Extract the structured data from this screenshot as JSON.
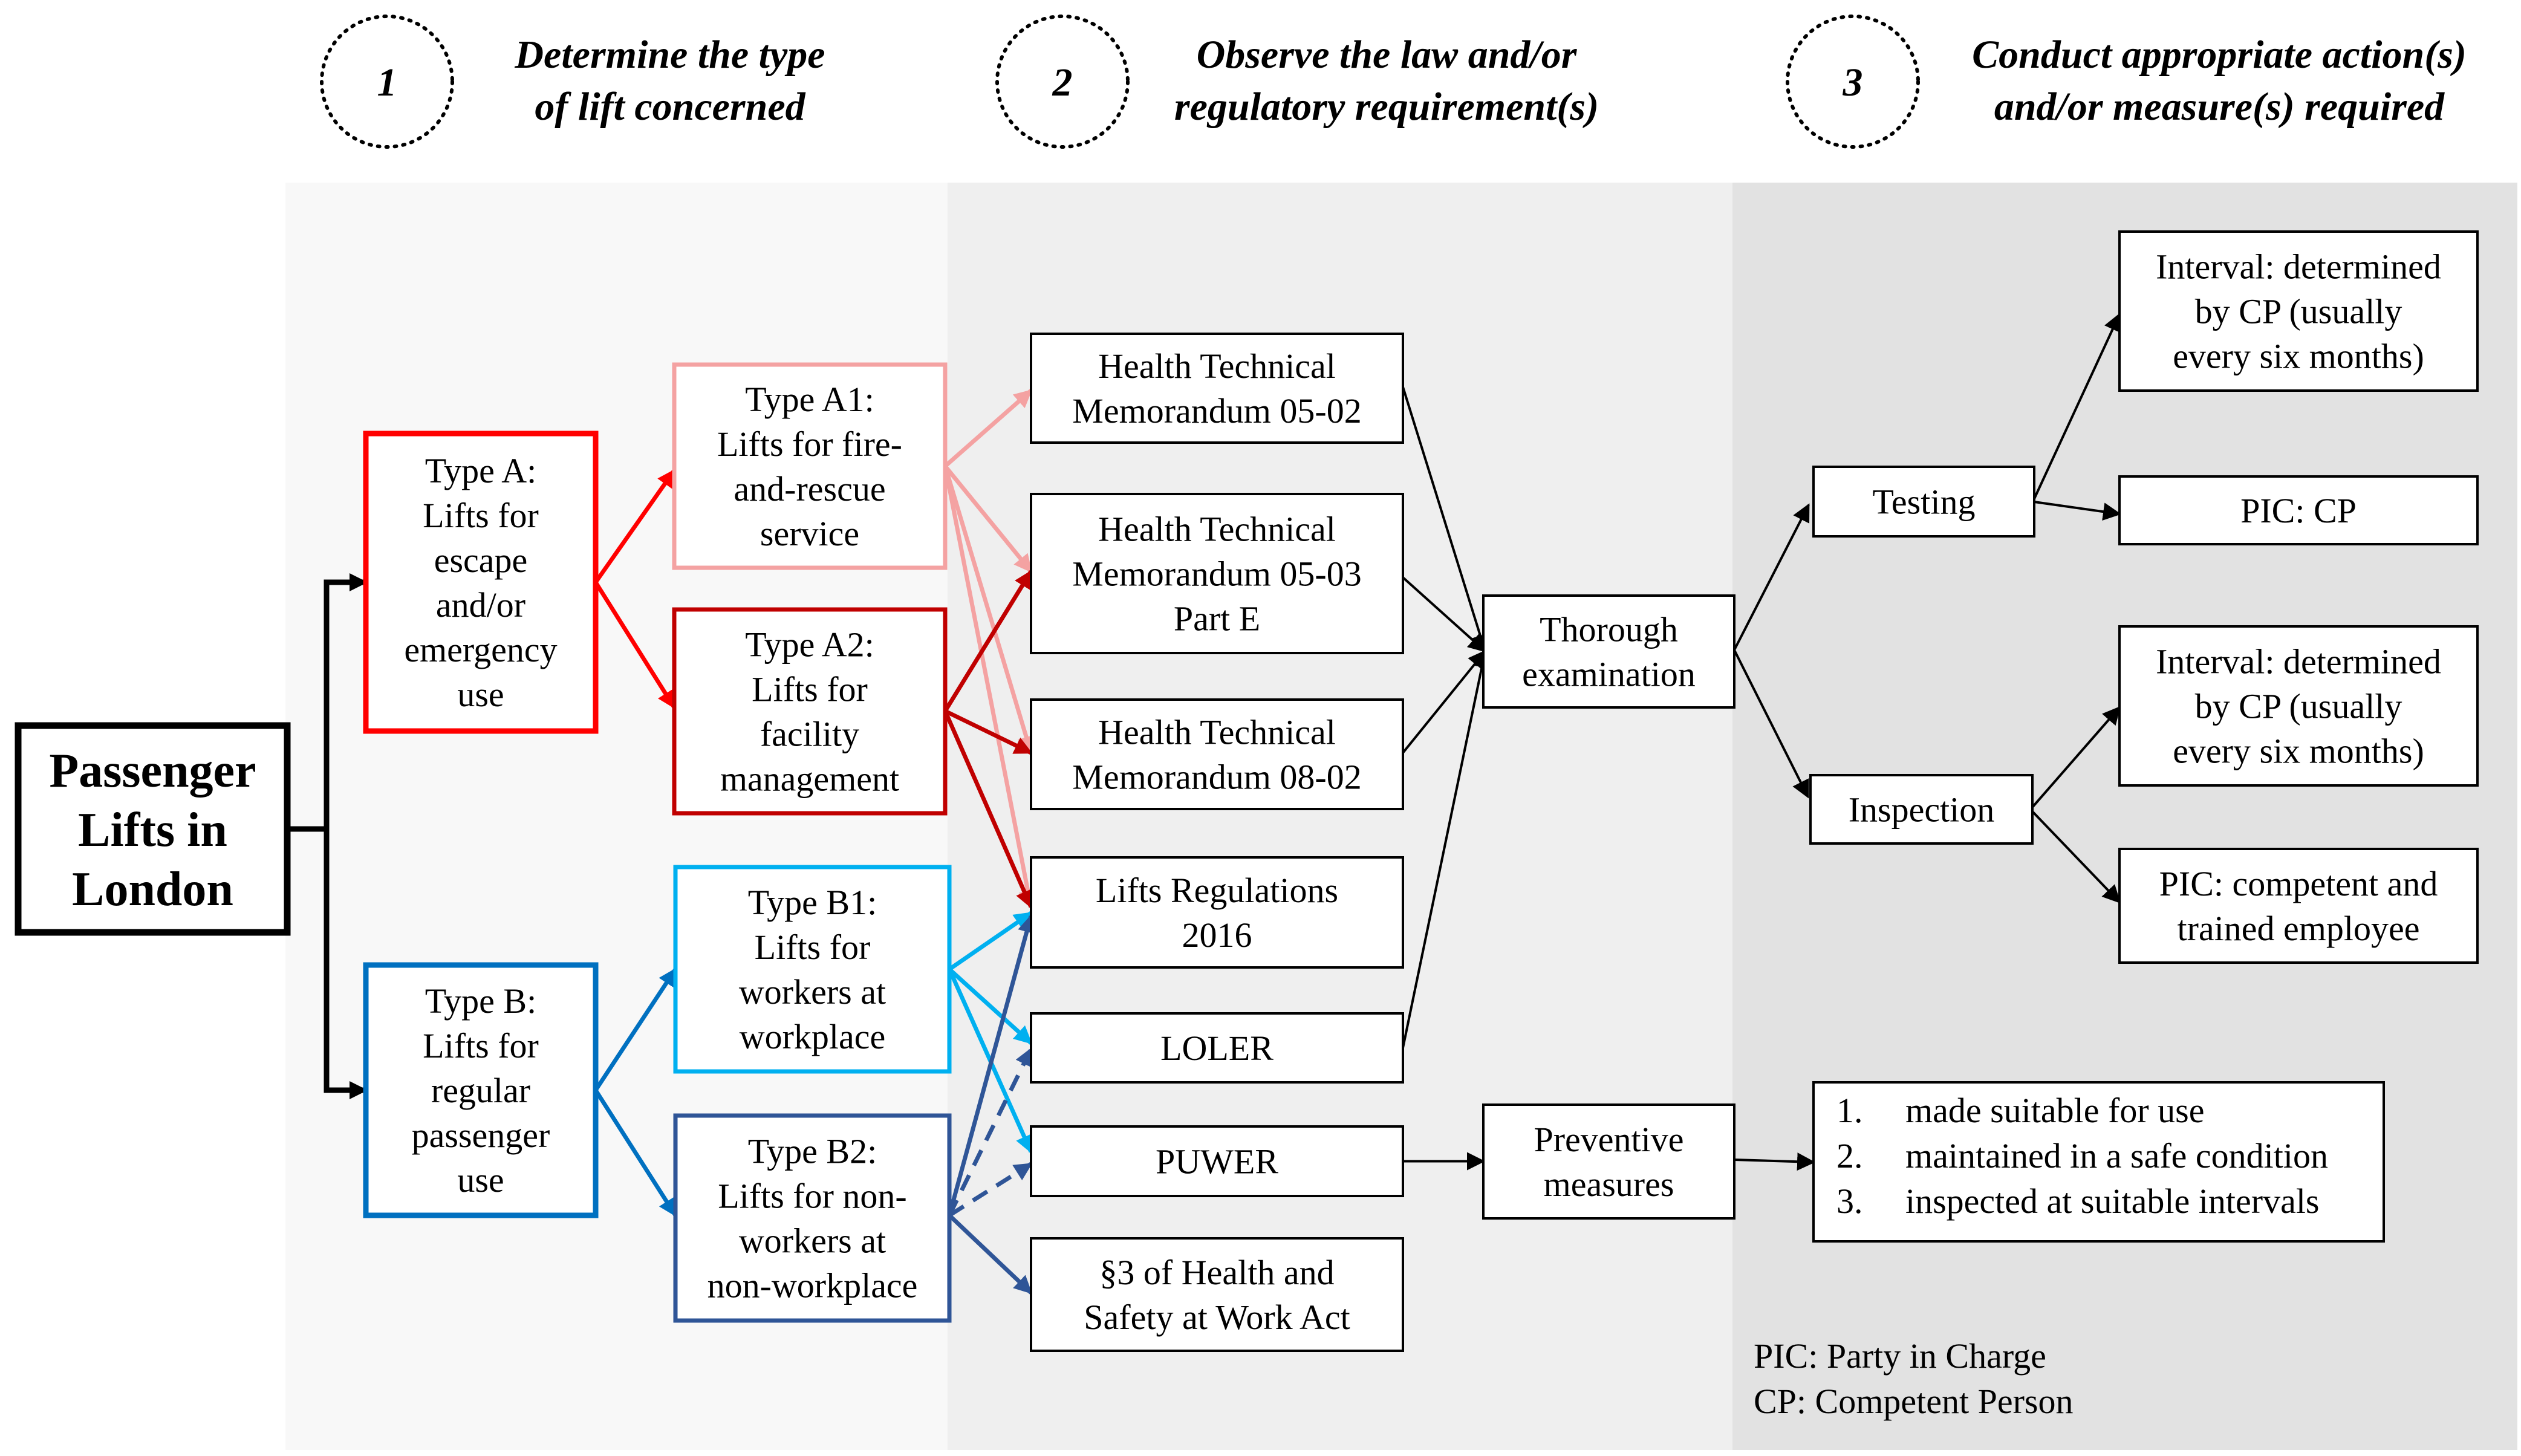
{
  "header": {
    "steps": [
      {
        "number": "1",
        "lines": [
          "Determine the type",
          "of lift concerned"
        ]
      },
      {
        "number": "2",
        "lines": [
          "Observe the law and/or",
          "regulatory requirement(s)"
        ]
      },
      {
        "number": "3",
        "lines": [
          "Conduct appropriate action(s)",
          "and/or measure(s) required"
        ]
      }
    ]
  },
  "colors": {
    "red": "#ff0000",
    "light_red": "#f4a2a2",
    "dark_red": "#c00000",
    "blue": "#0070c0",
    "light_blue": "#00b0f0",
    "dark_blue": "#2f5597",
    "panel_1": "#f8f8f8",
    "panel_2": "#efefef",
    "panel_3": "#e2e2e2"
  },
  "nodes": {
    "root": {
      "lines": [
        "Passenger",
        "Lifts in",
        "London"
      ]
    },
    "type_a": {
      "lines": [
        "Type A:",
        "Lifts for",
        "escape",
        "and/or",
        "emergency",
        "use"
      ]
    },
    "type_b": {
      "lines": [
        "Type B:",
        "Lifts for",
        "regular",
        "passenger",
        "use"
      ]
    },
    "type_a1": {
      "lines": [
        "Type A1:",
        "Lifts for fire-",
        "and-rescue",
        "service"
      ]
    },
    "type_a2": {
      "lines": [
        "Type A2:",
        "Lifts for",
        "facility",
        "management"
      ]
    },
    "type_b1": {
      "lines": [
        "Type B1:",
        "Lifts for",
        "workers at",
        "workplace"
      ]
    },
    "type_b2": {
      "lines": [
        "Type B2:",
        "Lifts for non-",
        "workers at",
        "non-workplace"
      ]
    },
    "htm_0502": {
      "lines": [
        "Health Technical",
        "Memorandum 05-02"
      ]
    },
    "htm_0503": {
      "lines": [
        "Health Technical",
        "Memorandum 05-03",
        "Part E"
      ]
    },
    "htm_0802": {
      "lines": [
        "Health Technical",
        "Memorandum 08-02"
      ]
    },
    "lifts_regs": {
      "lines": [
        "Lifts Regulations",
        "2016"
      ]
    },
    "loler": {
      "lines": [
        "LOLER"
      ]
    },
    "puwer": {
      "lines": [
        "PUWER"
      ]
    },
    "hswa": {
      "lines": [
        "§3 of Health and",
        "Safety at Work Act"
      ]
    },
    "thorough": {
      "lines": [
        "Thorough",
        "examination"
      ]
    },
    "preventive": {
      "lines": [
        "Preventive",
        "measures"
      ]
    },
    "testing": {
      "lines": [
        "Testing"
      ]
    },
    "inspection": {
      "lines": [
        "Inspection"
      ]
    },
    "test_interval": {
      "lines": [
        "Interval:  determined",
        "by CP (usually",
        "every six months)"
      ]
    },
    "test_pic": {
      "lines": [
        "PIC: CP"
      ]
    },
    "insp_interval": {
      "lines": [
        "Interval:  determined",
        "by CP (usually",
        "every six months)"
      ]
    },
    "insp_pic": {
      "lines": [
        "PIC: competent and",
        "trained employee"
      ]
    },
    "measures": {
      "items": [
        {
          "num": "1.",
          "text": "made suitable for use"
        },
        {
          "num": "2.",
          "text": "maintained in a safe condition"
        },
        {
          "num": "3.",
          "text": "inspected at suitable intervals"
        }
      ]
    }
  },
  "legend": [
    "PIC: Party in Charge",
    "CP: Competent Person"
  ]
}
